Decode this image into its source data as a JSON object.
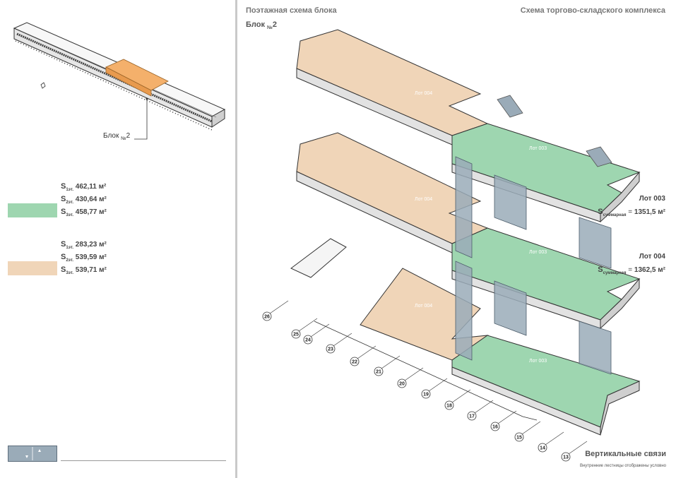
{
  "left_title": "Схема торгово-складского комплекса",
  "right_title": "Поэтажная схема блока",
  "right_subtitle_main": "Блок ",
  "right_subtitle_sub": "№",
  "right_subtitle_num": "2",
  "block_label_main": "Блок ",
  "block_label_sub": "№",
  "block_label_num": "2",
  "colors": {
    "lot003": "#9ed6b0",
    "lot004": "#f0d5b8",
    "stairs": "#9aabb8",
    "highlight": "#f4b06b"
  },
  "lot003": {
    "name": "Лот 003",
    "floors": [
      {
        "s": "S",
        "sub": "1эт.",
        "value": "462,11 м²"
      },
      {
        "s": "S",
        "sub": "2эт.",
        "value": "430,64 м²"
      },
      {
        "s": "S",
        "sub": "3эт.",
        "value": "458,77 м²"
      }
    ],
    "sum_s": "S",
    "sum_sub": "суммарная",
    "sum_eq": " = ",
    "sum_value": "1351,5 м²"
  },
  "lot004": {
    "name": "Лот 004",
    "floors": [
      {
        "s": "S",
        "sub": "1эт.",
        "value": "283,23 м²"
      },
      {
        "s": "S",
        "sub": "2эт.",
        "value": "539,59 м²"
      },
      {
        "s": "S",
        "sub": "3эт.",
        "value": "539,71 м²"
      }
    ],
    "sum_s": "S",
    "sum_sub": "суммарная",
    "sum_eq": " = ",
    "sum_value": "1362,5 м²"
  },
  "legend_title": "Вертикальные связи",
  "legend_note": "Внутренние лестницы отображены условно",
  "floor_lots": {
    "top_004": "Лот 004",
    "top_003": "Лот 003",
    "mid_004": "Лот 004",
    "mid_003": "Лот 003",
    "bot_004": "Лот 004",
    "bot_003": "Лот 003"
  },
  "axes": [
    "26",
    "25",
    "24",
    "23",
    "22",
    "21",
    "20",
    "19",
    "18",
    "17",
    "16",
    "15",
    "14",
    "13"
  ]
}
